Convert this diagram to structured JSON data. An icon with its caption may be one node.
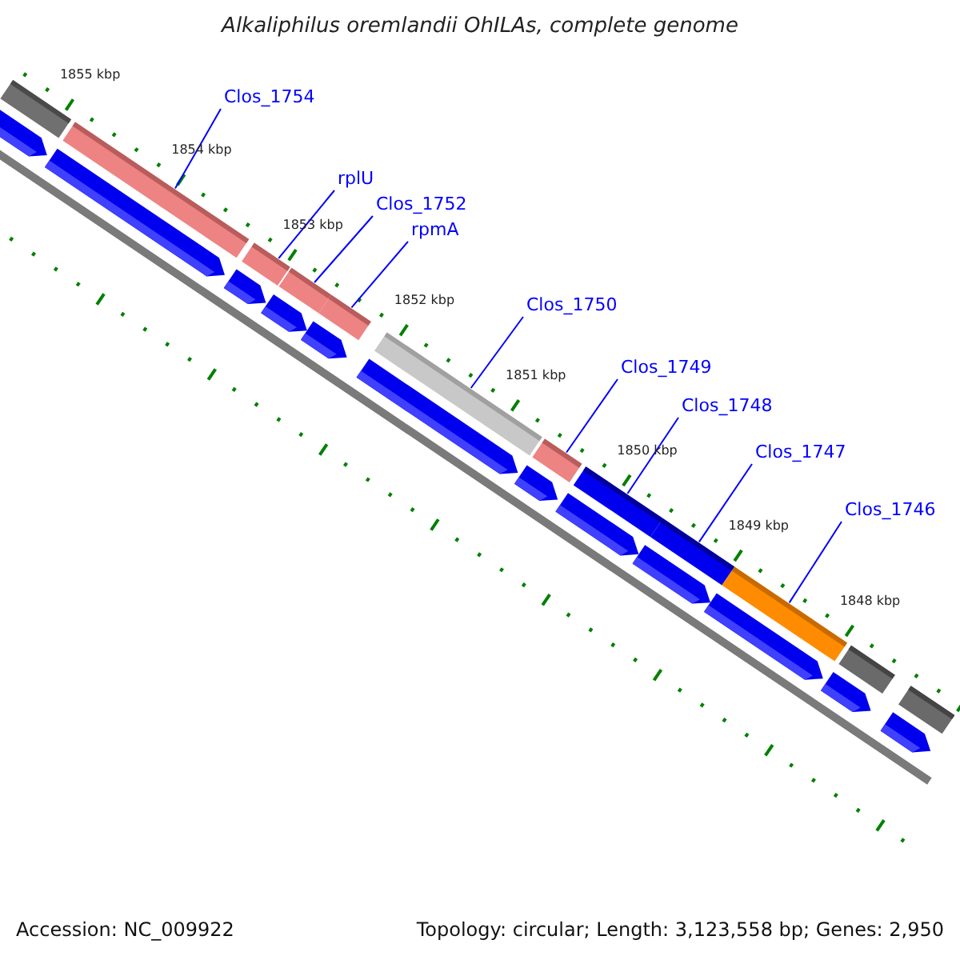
{
  "diagram": {
    "title": "Alkaliphilus oremlandii OhILAs, complete genome",
    "nodes": [
      {
        "text": [
          "Clos_1754"
        ]
      },
      {
        "text": [
          "rplU"
        ]
      },
      {
        "text": [
          "Clos_1752"
        ]
      },
      {
        "text": [
          "rpmA"
        ]
      },
      {
        "text": [
          "Clos_1750"
        ]
      },
      {
        "text": [
          "Clos_1749"
        ]
      },
      {
        "text": [
          "Clos_1748"
        ]
      },
      {
        "text": [
          "Clos_1747"
        ]
      },
      {
        "text": [
          "Clos_1746"
        ]
      },
      {
        "text": [],
        "shape": "bar"
      },
      {
        "text": [],
        "shape": "bar"
      },
      {
        "text": [],
        "shape": "bar"
      },
      {
        "text": [],
        "shape": "bar"
      },
      {
        "text": [],
        "shape": "bar"
      },
      {
        "text": [],
        "shape": "bar"
      },
      {
        "text": [],
        "shape": "bar"
      },
      {
        "text": [],
        "shape": "bar"
      },
      {
        "text": [],
        "shape": "bar"
      }
    ],
    "edges": [
      {
        "from": 0,
        "to": 9,
        "arrow": "none"
      },
      {
        "from": 1,
        "to": 10,
        "arrow": "none"
      },
      {
        "from": 2,
        "to": 11,
        "arrow": "none"
      },
      {
        "from": 3,
        "to": 12,
        "arrow": "none"
      },
      {
        "from": 4,
        "to": 13,
        "arrow": "none"
      },
      {
        "from": 5,
        "to": 14,
        "arrow": "none"
      },
      {
        "from": 6,
        "to": 15,
        "arrow": "none"
      },
      {
        "from": 7,
        "to": 16,
        "arrow": "none"
      },
      {
        "from": 8,
        "to": 17,
        "arrow": "none"
      }
    ],
    "labels": [
      "1855 kbp",
      "1854 kbp",
      "1853 kbp",
      "1852 kbp",
      "1851 kbp",
      "1850 kbp",
      "1849 kbp",
      "1848 kbp",
      "Accession: NC_009922",
      "Topology: circular; Length: 3,123,558 bp; Genes: 2,950"
    ]
  }
}
